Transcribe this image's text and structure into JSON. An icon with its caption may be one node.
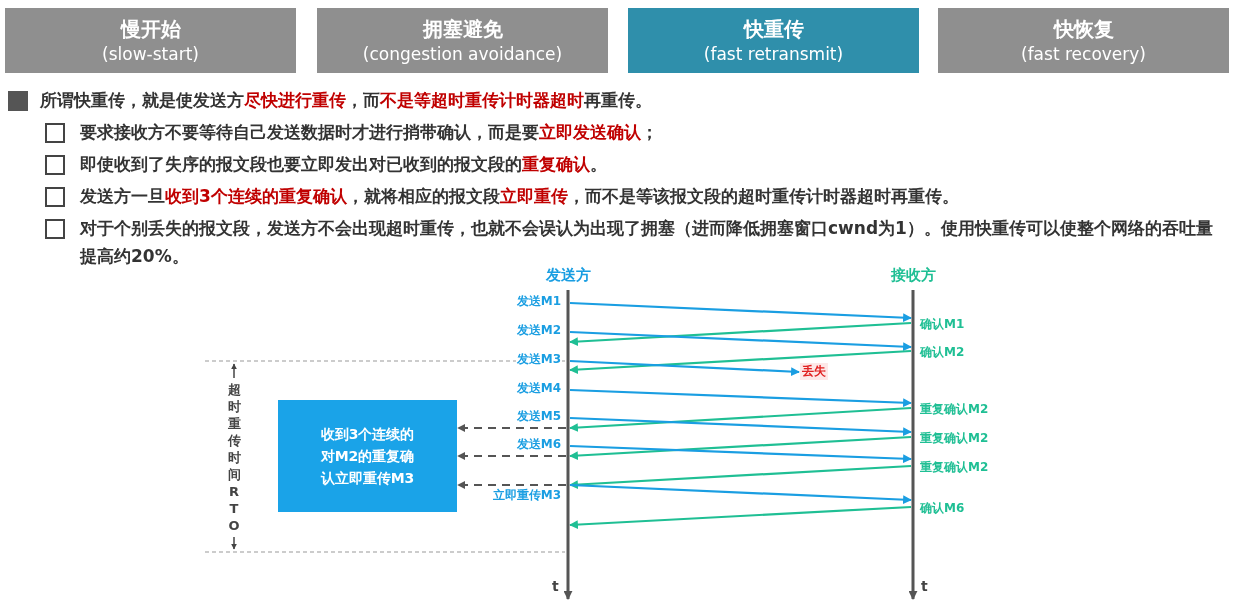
{
  "diagram": {
    "nodes": [
      {
        "text": [
          "慢开始",
          "(slow-start)"
        ]
      },
      {
        "text": [
          "拥塞避免",
          "(congestion avoidance)"
        ]
      },
      {
        "text": [
          "快重传",
          "(fast retransmit)"
        ]
      },
      {
        "text": [
          "快恢复",
          "(fast recovery)"
        ]
      },
      {
        "text": [
          "发送方",
          "t"
        ]
      },
      {
        "text": [
          "接收方",
          "t"
        ]
      },
      {
        "text": [
          "丢失"
        ]
      },
      {
        "text": [
          "收到3个连续的对M2的重复确认立即重传M3"
        ]
      }
    ],
    "edges": [
      {
        "from": 4,
        "to": 5,
        "arrow": "to",
        "label": "发送M1"
      },
      {
        "from": 5,
        "to": 4,
        "arrow": "to",
        "label": "确认M1",
        "color": "#1fbf94"
      },
      {
        "from": 4,
        "to": 5,
        "arrow": "to",
        "label": "发送M2"
      },
      {
        "from": 5,
        "to": 4,
        "arrow": "to",
        "label": "确认M2",
        "color": "#1fbf94"
      },
      {
        "from": 4,
        "to": 6,
        "arrow": "to",
        "label": "发送M3"
      },
      {
        "from": 4,
        "to": 5,
        "arrow": "to",
        "label": "发送M4"
      },
      {
        "from": 5,
        "to": 4,
        "arrow": "to",
        "label": "重复确认M2",
        "color": "#1fbf94"
      },
      {
        "from": 4,
        "to": 5,
        "arrow": "to",
        "label": "发送M5"
      },
      {
        "from": 5,
        "to": 4,
        "arrow": "to",
        "label": "重复确认M2",
        "color": "#1fbf94"
      },
      {
        "from": 4,
        "to": 5,
        "arrow": "to",
        "label": "发送M6"
      },
      {
        "from": 5,
        "to": 4,
        "arrow": "to",
        "label": "重复确认M2",
        "color": "#1fbf94"
      },
      {
        "from": 4,
        "to": 5,
        "arrow": "to",
        "label": "立即重传M3"
      },
      {
        "from": 5,
        "to": 4,
        "arrow": "to",
        "label": "确认M6",
        "color": "#1fbf94"
      },
      {
        "from": 4,
        "to": 7,
        "arrow": "to",
        "style": "dashed",
        "color": "#555555"
      },
      {
        "from": 4,
        "to": 7,
        "arrow": "to",
        "style": "dashed",
        "color": "#555555"
      },
      {
        "from": 4,
        "to": 7,
        "arrow": "to",
        "style": "dashed",
        "color": "#555555"
      }
    ],
    "labels": [
      "所谓快重传，就是使发送方**尽快进行重传**，而**不是等超时重传计时器超时**再重传。",
      "要求接收方不要等待自己发送数据时才进行捎带确认，而是要**立即发送确认**；",
      "即使收到了失序的报文段也要立即发出对已收到的报文段的**重复确认**。",
      "发送方一旦**收到3个连续的重复确认**，就将相应的报文段**立即重传**，而不是等该报文段的超时重传计时器超时再重传。",
      "对于个别丢失的报文段，发送方不会出现超时重传，也就不会误认为出现了拥塞（进而降低拥塞窗口cwnd为1）。使用快重传可以使整个网络的吞吐量提高约20%。",
      "超时重传时间 RTO"
    ]
  }
}
